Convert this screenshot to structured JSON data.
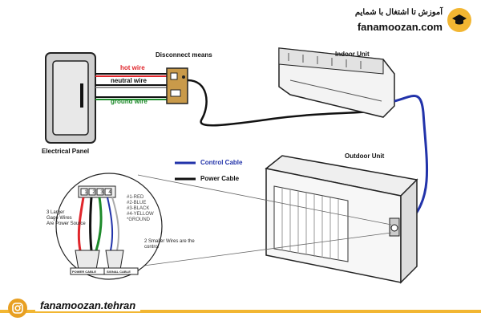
{
  "branding": {
    "top_text_fa": "آموزش تا اشتغال با شمایم",
    "top_url": "fanamoozan.com",
    "footer_url": "fanamoozan.tehran"
  },
  "labels": {
    "electrical_panel": "Electrical Panel",
    "disconnect_means": "Disconnect means",
    "hot_wire": "hot wire",
    "neutral_wire": "neutral wire",
    "ground_wire": "ground wire",
    "indoor_unit": "Indoor Unit",
    "outdoor_unit": "Outdoor Unit",
    "control_cable": "Control Cable",
    "power_cable": "Power Cable"
  },
  "terminal_detail": {
    "terminal_numbers": [
      "1",
      "2",
      "3",
      "4"
    ],
    "color_key": [
      "#1-RED",
      "#2-BLUE",
      "#3-BLACK",
      "#4-YELLOW",
      "*GROUND"
    ],
    "larger_wires_note": [
      "3 Larger",
      "Gage Wires",
      "Are Power Source"
    ],
    "smaller_wires_note": [
      "2 Smaller Wires are the",
      "control"
    ],
    "power_cable_tag": "POWER CABLE",
    "signal_cable_tag": "SIGNAL CABLE"
  },
  "colors": {
    "hot_wire": "#e0262c",
    "ground_wire": "#1d8a2a",
    "control_cable": "#2233aa",
    "power_cable": "#111111",
    "accent": "#f2b632"
  }
}
